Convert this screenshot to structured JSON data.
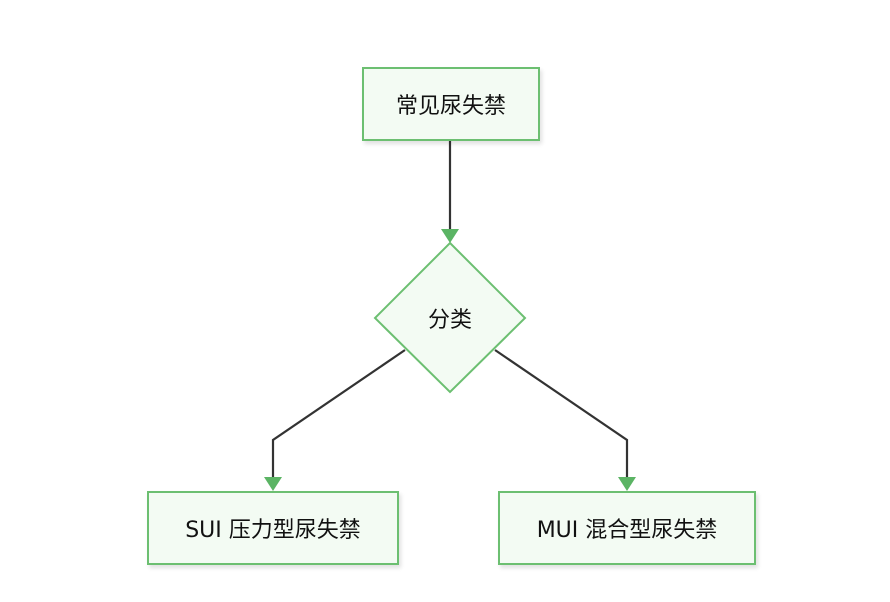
{
  "nodes": {
    "top": "常见尿失禁",
    "decision": "分类",
    "left": "SUI 压力型尿失禁",
    "right": "MUI 混合型尿失禁"
  },
  "colors": {
    "node_border": "#6cbf71",
    "node_fill": "#f3fbf3",
    "edge": "#333333",
    "arrowhead": "#5bb464"
  }
}
